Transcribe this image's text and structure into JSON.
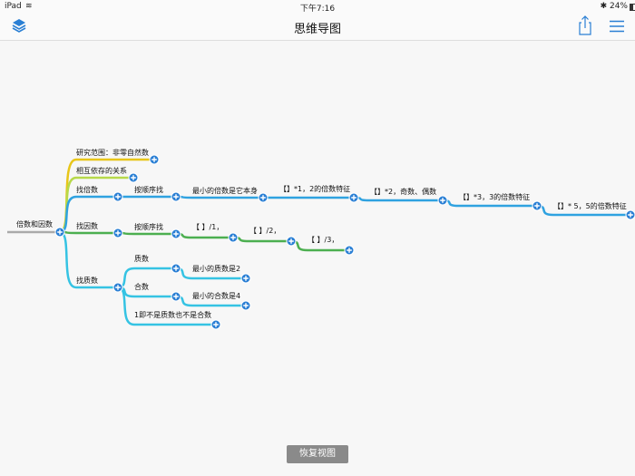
{
  "status_bar": {
    "device": "iPad",
    "time": "下午7:16",
    "battery": "24%",
    "battery_level": 0.24
  },
  "navbar": {
    "title": "思维导图",
    "left_icon": "layers-icon",
    "right_icons": [
      "share-icon",
      "menu-icon"
    ],
    "accent": "#2a7fd4"
  },
  "mindmap": {
    "root": "倍数和因数",
    "branches": [
      {
        "label": "研究范围：非零自然数",
        "color": "#e8c619",
        "children": []
      },
      {
        "label": "相互依存的关系",
        "color": "#b7d94a",
        "children": []
      },
      {
        "label": "找倍数",
        "color": "#2fa2e0",
        "children": [
          "按顺序找",
          "最小的倍数是它本身",
          "【】*1，2的倍数特征",
          "【】*2，奇数、偶数",
          "【】*3，3的倍数特征",
          "【】* 5，5的倍数特征"
        ]
      },
      {
        "label": "找因数",
        "color": "#4caf50",
        "children": [
          "按顺序找",
          "【 】/1，",
          "【 】/2，",
          "【 】/3，"
        ]
      },
      {
        "label": "找质数",
        "color": "#35c3e3",
        "children": [
          {
            "label": "质数",
            "child": "最小的质数是2"
          },
          {
            "label": "合数",
            "child": "最小的合数是4"
          },
          {
            "label": "1即不是质数也不是合数"
          }
        ]
      }
    ]
  },
  "restore_button": "恢复视图"
}
